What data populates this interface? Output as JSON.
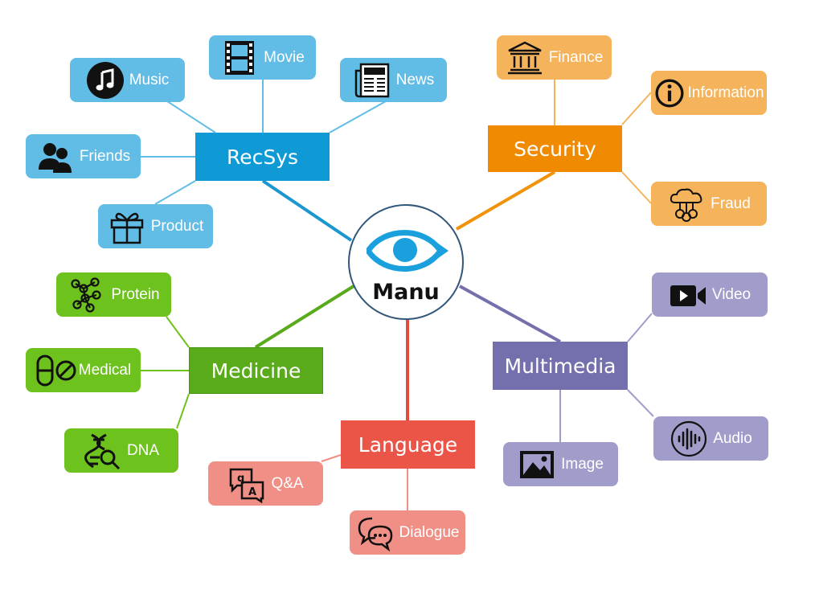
{
  "center": {
    "title": "Manu",
    "logo_icon": "eye-logo-icon",
    "logo_color": "#1aa0dc",
    "border_color": "#30577a"
  },
  "groups": [
    {
      "id": "recsys",
      "label": "RecSys",
      "hub_color": "#0f9ad6",
      "leaf_color": "#62bde6",
      "line_color": "#1a97cf",
      "leaves": [
        {
          "label": "Music",
          "icon": "music-note-icon"
        },
        {
          "label": "Movie",
          "icon": "film-strip-icon"
        },
        {
          "label": "News",
          "icon": "newspaper-icon"
        },
        {
          "label": "Friends",
          "icon": "people-icon"
        },
        {
          "label": "Product",
          "icon": "gift-icon"
        }
      ]
    },
    {
      "id": "security",
      "label": "Security",
      "hub_color": "#f08a00",
      "leaf_color": "#f5b35c",
      "line_color": "#f0920a",
      "leaves": [
        {
          "label": "Finance",
          "icon": "bank-icon"
        },
        {
          "label": "Information",
          "icon": "info-icon"
        },
        {
          "label": "Fraud",
          "icon": "cloud-money-icon"
        }
      ]
    },
    {
      "id": "medicine",
      "label": "Medicine",
      "hub_color": "#5aab1b",
      "leaf_color": "#6ec21e",
      "line_color": "#5aab1b",
      "leaves": [
        {
          "label": "Protein",
          "icon": "molecule-icon"
        },
        {
          "label": "Medical",
          "icon": "pill-icon"
        },
        {
          "label": "DNA",
          "icon": "dna-search-icon"
        }
      ]
    },
    {
      "id": "multimedia",
      "label": "Multimedia",
      "hub_color": "#7470ad",
      "leaf_color": "#a19dcb",
      "line_color": "#7470ad",
      "leaves": [
        {
          "label": "Video",
          "icon": "video-camera-icon"
        },
        {
          "label": "Audio",
          "icon": "audio-wave-icon"
        },
        {
          "label": "Image",
          "icon": "image-icon"
        }
      ]
    },
    {
      "id": "language",
      "label": "Language",
      "hub_color": "#ea5548",
      "leaf_color": "#f08f86",
      "line_color": "#e24a3e",
      "leaves": [
        {
          "label": "Q&A",
          "icon": "qa-icon"
        },
        {
          "label": "Dialogue",
          "icon": "chat-bubbles-icon"
        }
      ]
    }
  ]
}
